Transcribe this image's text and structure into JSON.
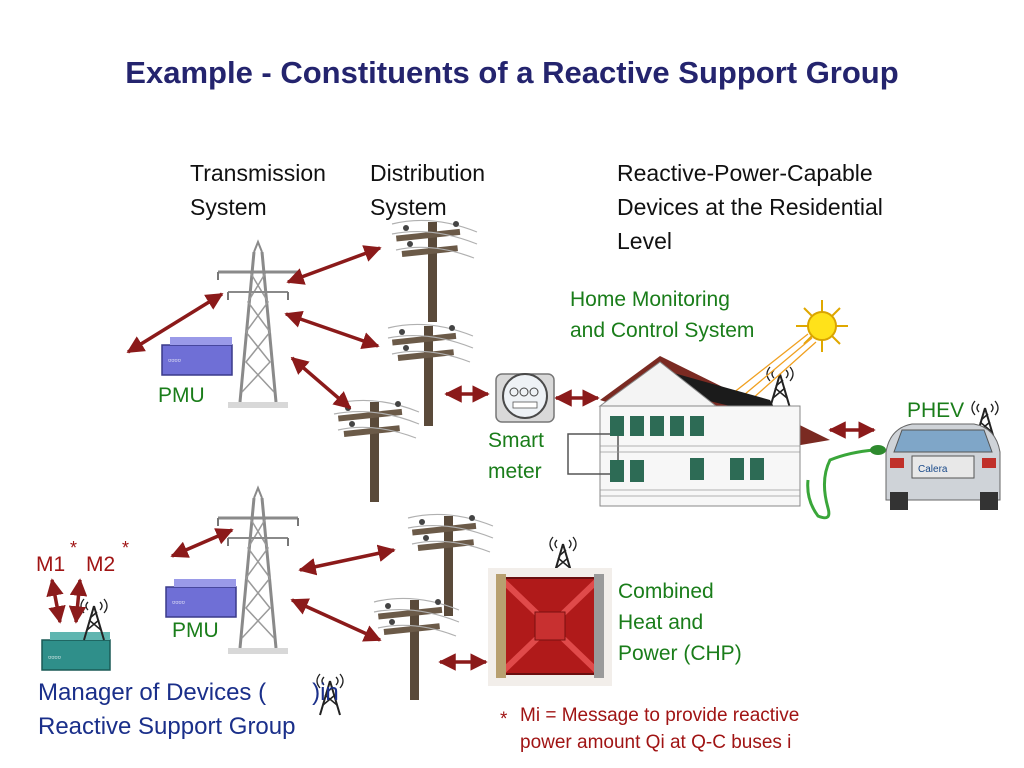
{
  "title": "Example - Constituents of a Reactive Support Group",
  "headers": {
    "transmission": [
      "Transmission",
      "System"
    ],
    "distribution": [
      "Distribution",
      "System"
    ],
    "residential": [
      "Reactive-Power-Capable",
      "Devices at the Residential",
      "Level"
    ]
  },
  "labels": {
    "home_monitoring": [
      "Home Monitoring",
      "and Control System"
    ],
    "phev": "PHEV",
    "smart_meter": [
      "Smart",
      "meter"
    ],
    "pmu_top": "PMU",
    "pmu_bottom": "PMU",
    "chp": [
      "Combined",
      "Heat and",
      "Power (CHP)"
    ],
    "m1": "M1",
    "m2": "M2",
    "star": "*",
    "pmu_screen": "▫▫▫▫",
    "car_logo": "Calera"
  },
  "manager": {
    "line1_a": "Manager of Devices (",
    "line1_b": ")in",
    "line2": "Reactive Support Group"
  },
  "footnote": {
    "marker": "*",
    "line1": "Mi = Message to provide reactive",
    "line2": "power amount Qi at Q-C buses i"
  },
  "colors": {
    "title": "#24246e",
    "arrow": "#8b1a1a",
    "green_label": "#1a7d1a",
    "red_label": "#a01414",
    "blue_label": "#1a2f8a",
    "pmu_body": "#6f6fd6",
    "manager_box": "#2f8f8a"
  }
}
